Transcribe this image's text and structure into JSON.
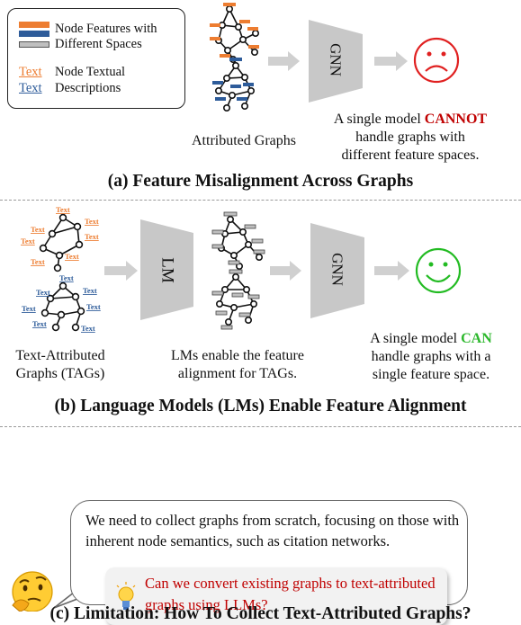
{
  "legend": {
    "features_label_1": "Node Features with",
    "features_label_2": "Different Spaces",
    "text_word": "Text",
    "textual_label_1": "Node Textual",
    "textual_label_2": "Descriptions"
  },
  "panel_a": {
    "graphs_label": "Attributed Graphs",
    "model_label": "GNN",
    "result_line1_pre": "A single model ",
    "result_line1_emph": "CANNOT",
    "result_line2": "handle graphs with",
    "result_line3": "different feature spaces.",
    "caption": "(a) Feature Misalignment Across Graphs"
  },
  "panel_b": {
    "node_text": "Text",
    "lm_label": "LM",
    "gnn_label": "GNN",
    "tags_label_1": "Text-Attributed",
    "tags_label_2": "Graphs (TAGs)",
    "align_label_1": "LMs enable the feature",
    "align_label_2": "alignment for TAGs.",
    "result_line1_pre": "A single model ",
    "result_line1_emph": "CAN",
    "result_line2": "handle graphs with a",
    "result_line3": "single feature space.",
    "caption": "(b) Language Models (LMs) Enable Feature Alignment"
  },
  "panel_c": {
    "statement": "We need to collect graphs from scratch, focusing on those with inherent node semantics, such as citation networks.",
    "question": "Can we convert existing graphs to text-attributed graphs using LLMs?",
    "caption": "(c) Limitation: How To Collect Text-Attributed Graphs?"
  },
  "colors": {
    "orange": "#ed7d31",
    "blue": "#2e5c9a",
    "gray": "#bfbfbf",
    "red": "#c00000",
    "green": "#2db82d",
    "sad_face": "#e02020",
    "happy_face": "#22bb22"
  },
  "icons": [
    "sad-face-icon",
    "happy-face-icon",
    "lightbulb-icon",
    "thinking-emoji-icon"
  ]
}
